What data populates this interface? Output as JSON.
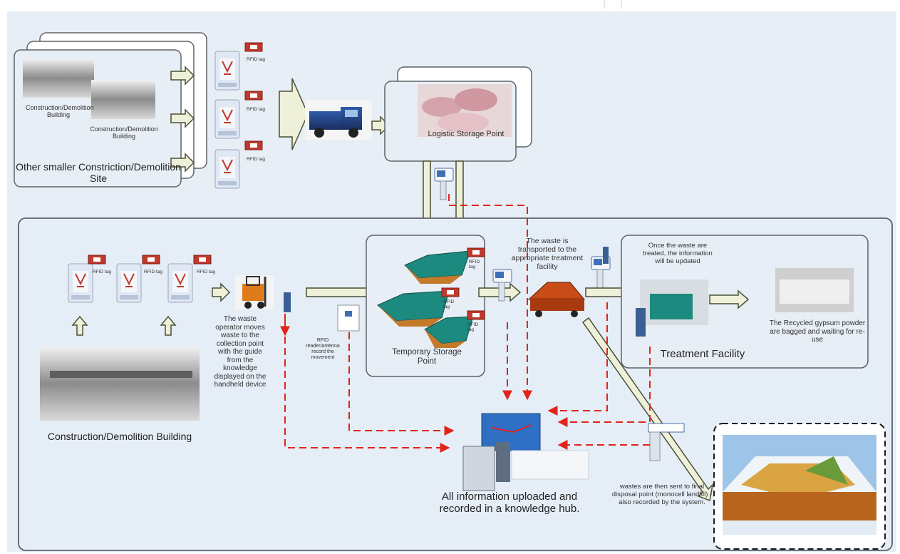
{
  "upper_section": {
    "title": "Other smaller Constriction/Demolition Site",
    "building_label_1": "Construction/Demolition Building",
    "building_label_2": "Construction/Demolition Building",
    "bag_tag_label": "RFID tag"
  },
  "logistic": {
    "label": "Logistic Storage Point"
  },
  "main_site": {
    "building_label": "Construction/Demolition Building",
    "operator_note": "The waste operator moves waste to the collection point with the guide from the knowledge displayed on the handheld device",
    "rfid_reader_note": "RFID reader/antenna record the movement",
    "bag_tag_label": "RFID tag"
  },
  "temporary_storage": {
    "label": "Temporary Storage Point",
    "bin_tag_label": "RFID tag"
  },
  "transport_note": "The waste is transported to the appropriate treatment facility",
  "treatment": {
    "label": "Treatment Facility",
    "update_note": "Once the waste are treated, the information will be updated",
    "recycled_note": "The Recycled gypsum powder are bagged and waiting for re-use"
  },
  "knowledge_hub": {
    "label": "All information uploaded and recorded in a knowledge hub."
  },
  "disposal_note": "wastes are then sent to final disposal point (monocell landfill) - also recorded by the system.",
  "colors": {
    "panel_bg": "#e5edf6",
    "panel_border": "#5f6367",
    "dashed_red": "#e2231a",
    "arrow_fill": "#eef0da",
    "arrow_stroke": "#4a4f33"
  }
}
